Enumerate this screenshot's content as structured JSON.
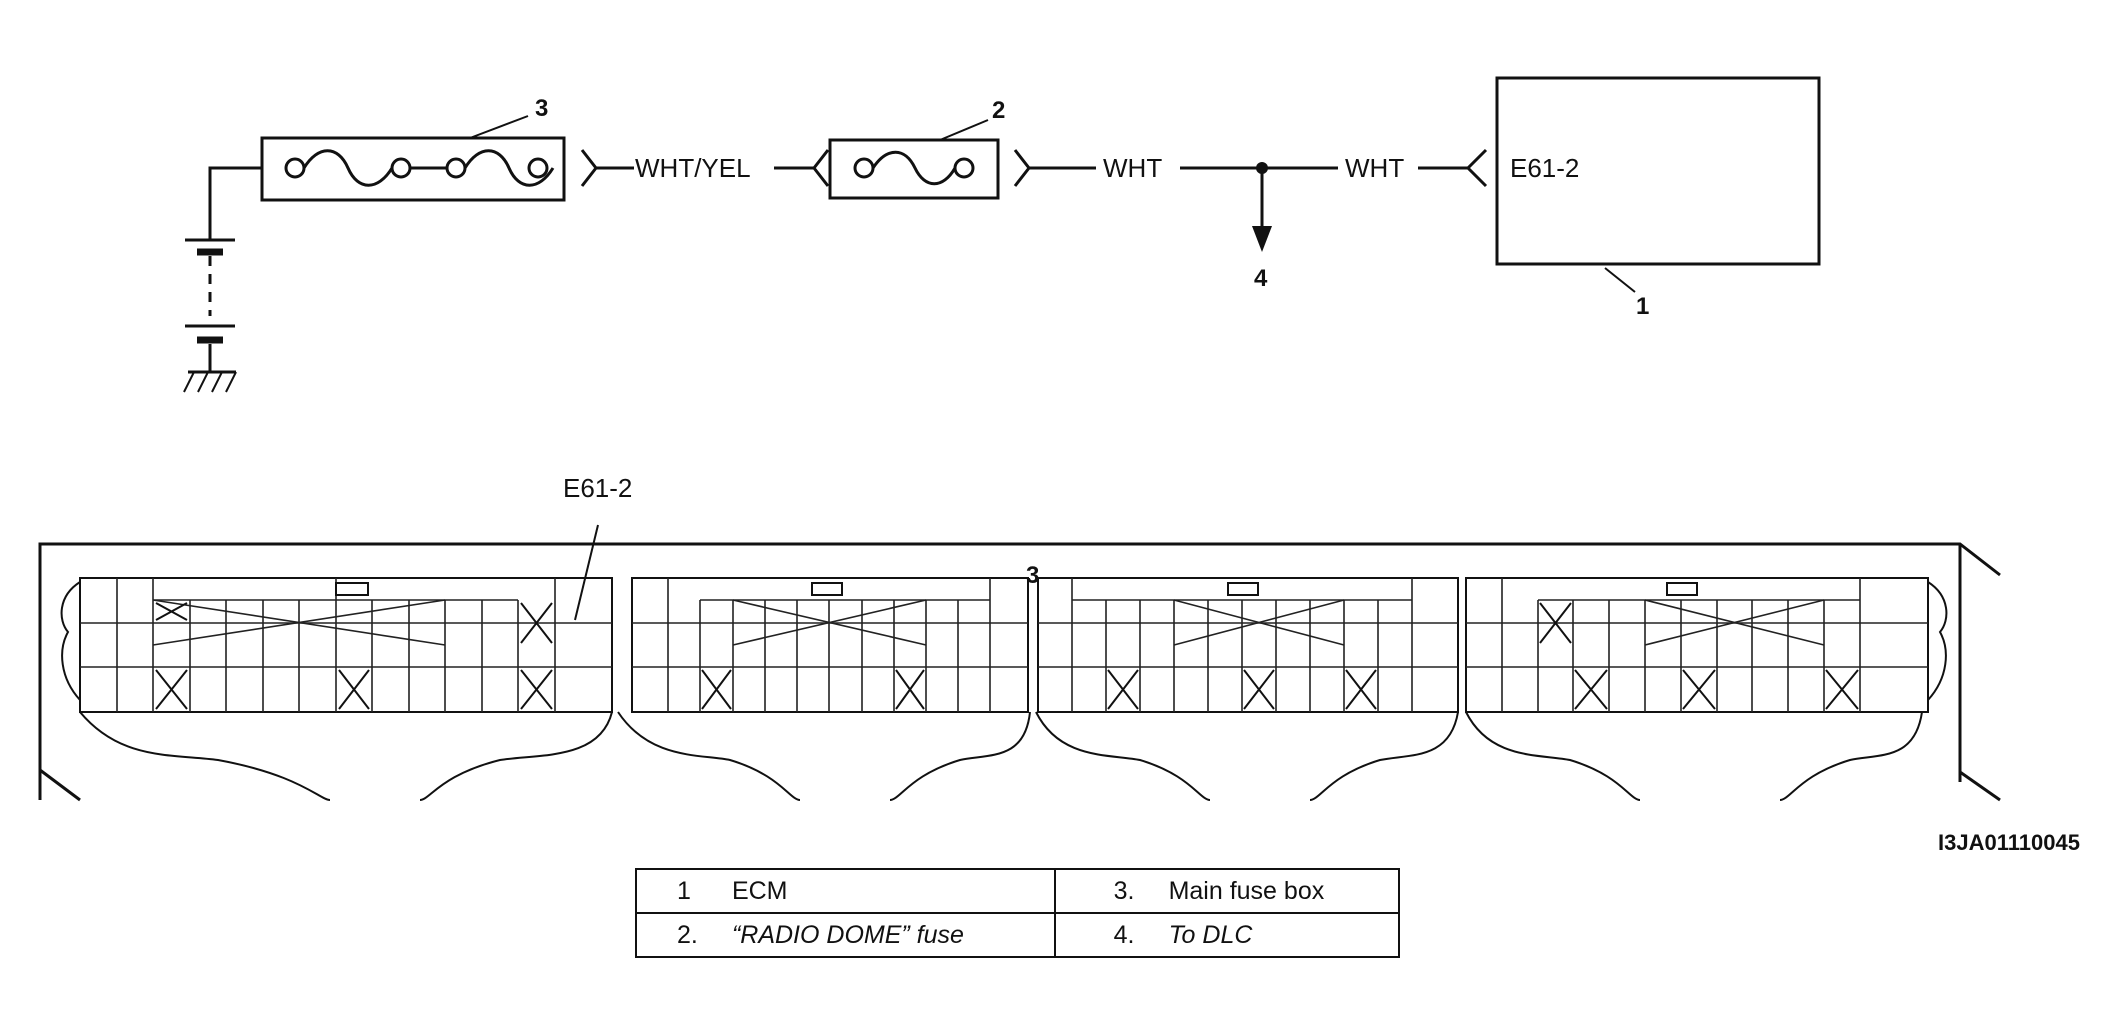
{
  "circuit": {
    "wire_1": "WHT/YEL",
    "wire_2": "WHT",
    "wire_3": "WHT",
    "connector": "E61-2",
    "callouts": [
      "1",
      "2",
      "3",
      "4"
    ]
  },
  "connector_view": {
    "label": "E61-2",
    "callout": "3"
  },
  "image_code": "I3JA01110045",
  "legend": {
    "rows": [
      [
        {
          "num": "1",
          "text": "ECM"
        },
        {
          "num": "3.",
          "text": "Main fuse box"
        }
      ],
      [
        {
          "num": "2.",
          "text": "“RADIO DOME” fuse"
        },
        {
          "num": "4.",
          "text": "To DLC"
        }
      ]
    ]
  }
}
